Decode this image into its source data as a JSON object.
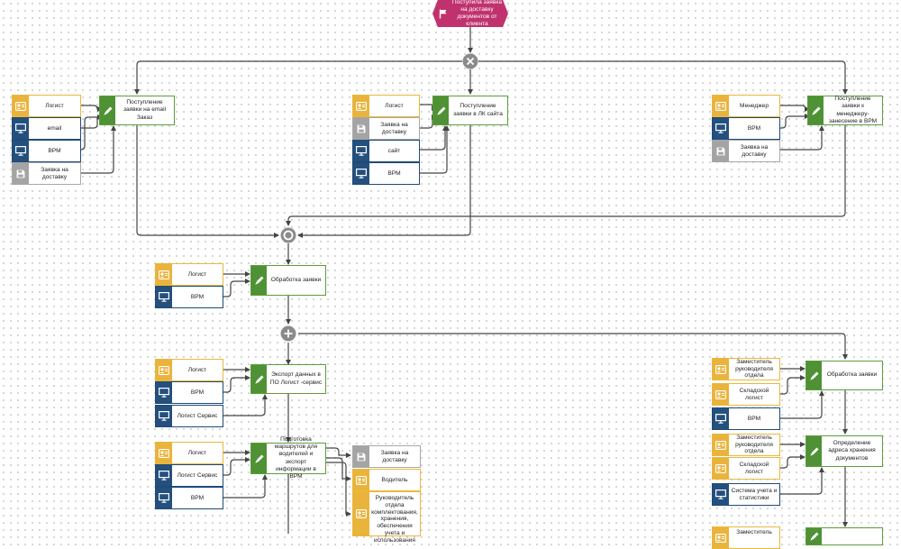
{
  "colors": {
    "role": "#eab33b",
    "system": "#24507e",
    "document": "#a4a4a4",
    "task": "#4f9235",
    "event": "#c0326e",
    "gateway": "#8b8b8b",
    "connector": "#444444"
  },
  "start_event": {
    "label": "Поступила заявка на доставку документов от клиента",
    "icon": "flag-icon"
  },
  "gateways": {
    "exclusive": "x-gateway-icon",
    "merge": "circle-gateway-icon",
    "parallel": "plus-gateway-icon"
  },
  "column_left": {
    "inputs": [
      "Логист",
      "email",
      "ВРМ",
      "Заявка на доставку"
    ],
    "task": "Поступление заявки на email Заказ"
  },
  "column_middle": {
    "inputs": [
      "Логист",
      "Заявка на доставку",
      "сайт",
      "ВРМ"
    ],
    "task": "Поступление заявки в ЛК сайта"
  },
  "column_right": {
    "inputs": [
      "Менеджер",
      "ВРМ",
      "Заявка на доставку"
    ],
    "task": "Поступление заявки к менеджеру-занесение в ВРМ"
  },
  "processing": {
    "inputs": [
      "Логист",
      "ВРМ"
    ],
    "task": "Обработка заявки"
  },
  "export": {
    "inputs": [
      "Логист",
      "ВРМ",
      "Логист Сервис"
    ],
    "task": "Экспорт данных в ПО Логист -сервис"
  },
  "routes": {
    "inputs": [
      "Логист",
      "Логист Сервис",
      "ВРМ"
    ],
    "task": "Подготовка маршрутов для водителей и экспорт информации в ВРМ",
    "outputs": [
      "Заявка на доставку",
      "Водитель",
      "Руководитель отдела комплектования, хранения, обеспечения учета и использования"
    ]
  },
  "right_branch": {
    "processing": {
      "inputs": [
        "Заместитель руководителя отдела",
        "Складской логист",
        "ВРМ"
      ],
      "task": "Обработка заявки"
    },
    "address": {
      "inputs": [
        "Заместитель руководителя отдела",
        "Складской логист",
        "Система учета и статистики"
      ],
      "task": "Определение адреса хранения документов"
    },
    "next_input": "Заместитель"
  }
}
